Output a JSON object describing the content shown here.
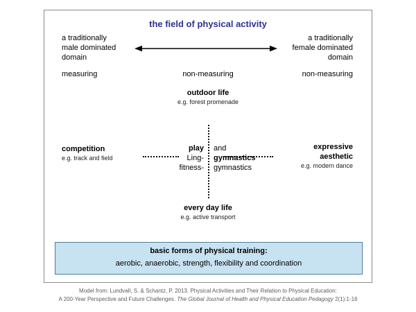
{
  "title": "the field of physical activity",
  "colors": {
    "title_blue": "#2e3192",
    "training_box_fill": "#c7e2f1",
    "training_box_border": "#4f7b9c",
    "frame_border": "#8c8c8c"
  },
  "poles": {
    "left": "a traditionally\nmale dominated\ndomain",
    "right": "a traditionally\nfemale dominated\ndomain"
  },
  "measuring_row": {
    "left": "measuring",
    "center": "non-measuring",
    "right": "non-measuring"
  },
  "quadrants": {
    "top": {
      "label": "outdoor life",
      "example": "e.g. forest promenade"
    },
    "left": {
      "label": "competition",
      "example": "e.g. track and field"
    },
    "right": {
      "label": "expressive\naesthetic",
      "example": "e.g. modern dance"
    },
    "bottom": {
      "label": "every day life",
      "example": "e.g. active transport"
    }
  },
  "center_cross": {
    "row1_left": "play",
    "row1_right": "and",
    "row2_left": "Ling-",
    "row2_right": "gymnastics",
    "row3_left": "fitness-",
    "row3_right": "gymnastics"
  },
  "training_box": {
    "heading": "basic forms of physical training:",
    "items": "aerobic, anaerobic, strength, flexibility and coordination"
  },
  "caption": {
    "line1": "Model from: Lundvall, S. & Schantz, P. 2013. Physical Activities and Their Relation to Physical Education:",
    "line2_start": "A 200-Year Perspective and Future Challenges. ",
    "line2_italic": "The Global Journal of Health and Physical Education Pedagogy",
    "line2_end": " 2(1):1-16"
  }
}
